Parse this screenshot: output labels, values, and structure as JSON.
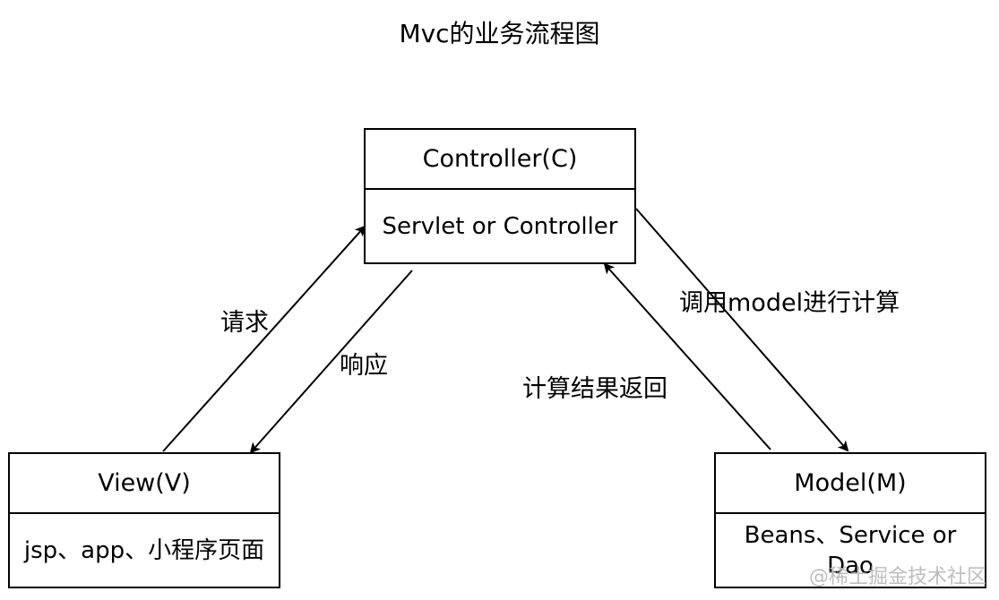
{
  "title": "Mvc的业务流程图",
  "nodes": {
    "controller": {
      "title": "Controller(C)",
      "body": "Servlet or Controller"
    },
    "view": {
      "title": "View(V)",
      "body": "jsp、app、小程序页面"
    },
    "model": {
      "title": "Model(M)",
      "body": "Beans、Service or Dao"
    }
  },
  "edges": [
    {
      "from": "view",
      "to": "controller",
      "label": "请求"
    },
    {
      "from": "controller",
      "to": "view",
      "label": "响应"
    },
    {
      "from": "controller",
      "to": "model",
      "label": "调用model进行计算"
    },
    {
      "from": "model",
      "to": "controller",
      "label": "计算结果返回"
    }
  ],
  "watermark": "@稀土掘金技术社区"
}
